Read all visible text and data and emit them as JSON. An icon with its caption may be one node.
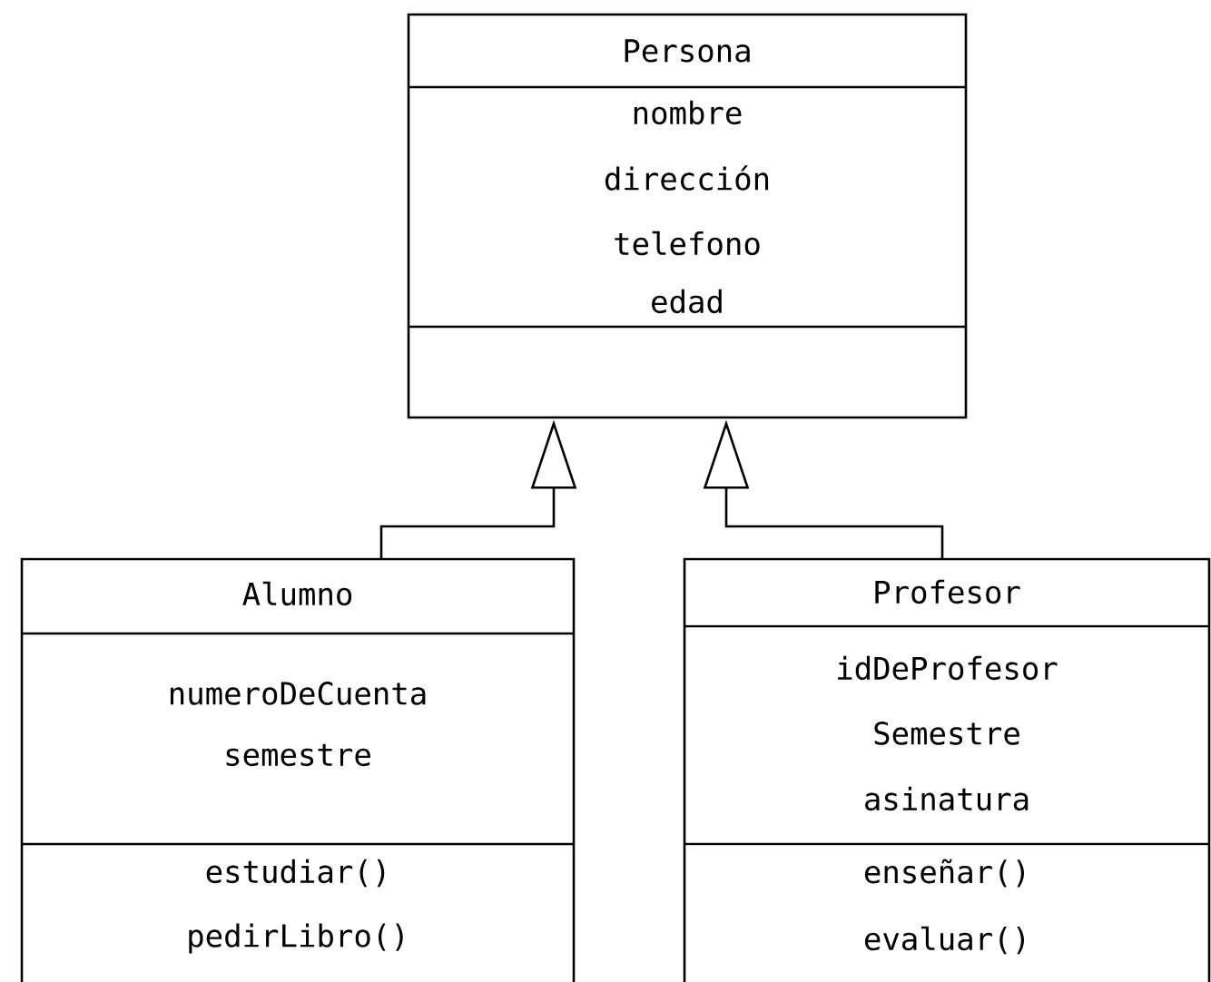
{
  "diagram": {
    "nodes": [
      {
        "text": [
          "Persona",
          "nombre",
          "dirección",
          "telefono",
          "edad"
        ]
      },
      {
        "text": [
          "Alumno",
          "numeroDeCuenta",
          "semestre",
          "estudiar()",
          "pedirLibro()"
        ]
      },
      {
        "text": [
          "Profesor",
          "idDeProfesor",
          "Semestre",
          "asinatura",
          "enseñar()",
          "evaluar()"
        ]
      }
    ],
    "edges": [
      {
        "from": 1,
        "to": 0,
        "arrow": "to"
      },
      {
        "from": 2,
        "to": 0,
        "arrow": "to"
      }
    ]
  }
}
